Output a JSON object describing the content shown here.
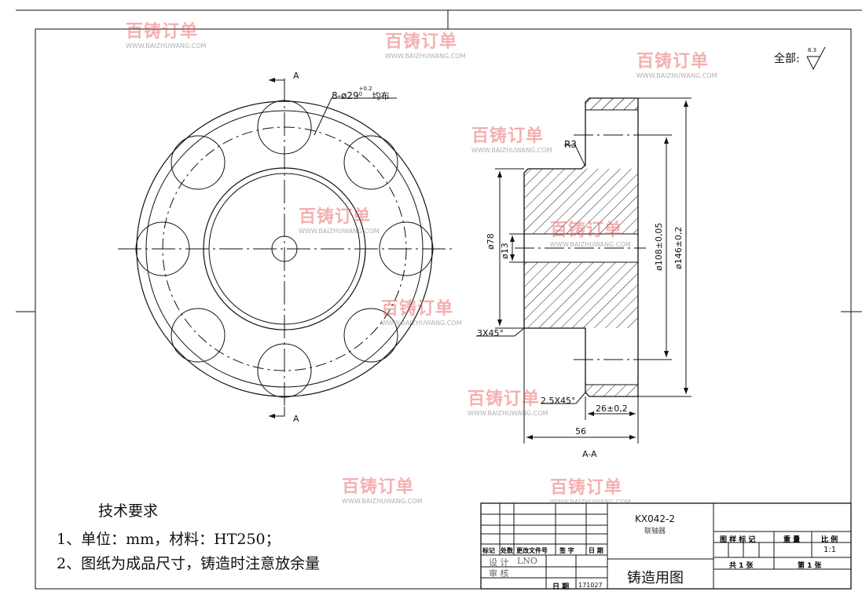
{
  "drawing": {
    "section_label_top": "A",
    "section_label_bottom": "A",
    "hole_callout": "8-ø29",
    "hole_tol_upper": "+0.2",
    "hole_tol_lower": "0",
    "hole_callout_suffix": "均布",
    "roughness_label": "全部:",
    "roughness_value": "6.3",
    "section_view_title": "A-A",
    "dims": {
      "r3": "R3",
      "d78": "ø78",
      "d13": "ø13",
      "d108": "ø108±0,05",
      "d146": "ø146±0,2",
      "chamfer1": "3X45°",
      "chamfer2": "2.5X45°",
      "w26": "26±0,2",
      "w56": "56"
    }
  },
  "tech_req": {
    "title": "技术要求",
    "items": [
      "1、单位：mm，材料：HT250；",
      "2、图纸为成品尺寸，铸造时注意放余量"
    ]
  },
  "title_block": {
    "part_no": "KX042-2",
    "part_name": "联轴器",
    "drawing_type": "铸造用图",
    "rev_headers": [
      "标记",
      "处数",
      "更改文件号",
      "签 字",
      "日 期"
    ],
    "design_label": "设 计",
    "designer": "LNO",
    "review_label": "审 核",
    "date_label": "日 期",
    "date": "171027",
    "mark_label": "图 样 标 记",
    "weight_label": "重 量",
    "scale_label": "比 例",
    "scale": "1:1",
    "total_sheets": "共 1 张",
    "sheet_no": "第 1 张"
  },
  "watermark": {
    "text": "百铸订单",
    "url": "WWW.BAIZHUWANG.COM"
  }
}
